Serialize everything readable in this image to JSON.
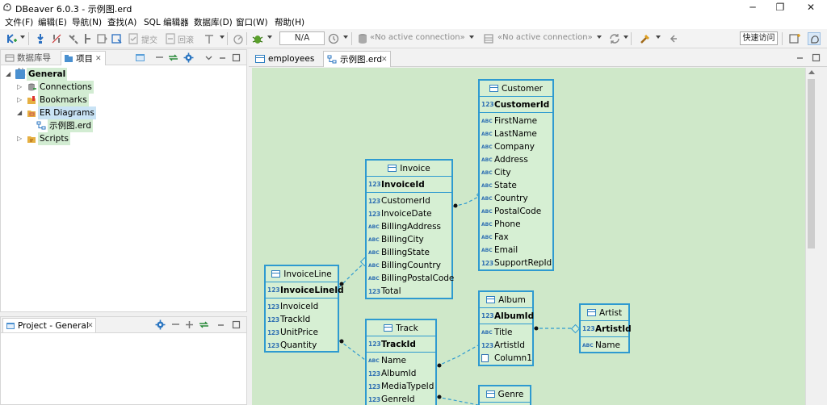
{
  "window": {
    "title": "DBeaver 6.0.3 - 示例图.erd",
    "minimize": "─",
    "restore": "❐",
    "close": "✕"
  },
  "menu": [
    "文件(F)",
    "编辑(E)",
    "导航(N)",
    "查找(A)",
    "SQL 编辑器",
    "数据库(D)",
    "窗口(W)",
    "帮助(H)"
  ],
  "toolbar": {
    "commit": "提交",
    "rollback": "回滚",
    "transaction_mode": "N/A",
    "active_connection_1": "«No active connection»",
    "active_connection_2": "«No active connection»",
    "quick_access": "快速访问"
  },
  "left_panel": {
    "tabs": [
      {
        "label": "数据库导航",
        "active": false
      },
      {
        "label": "项目",
        "active": true
      }
    ],
    "tree": [
      {
        "label": "General",
        "level": 0,
        "expanded": true,
        "bold": true,
        "icon": "project-icon"
      },
      {
        "label": "Connections",
        "level": 1,
        "expanded": false,
        "icon": "connections-icon"
      },
      {
        "label": "Bookmarks",
        "level": 1,
        "expanded": false,
        "icon": "bookmarks-icon"
      },
      {
        "label": "ER Diagrams",
        "level": 1,
        "expanded": true,
        "icon": "er-diagrams-icon"
      },
      {
        "label": "示例图.erd",
        "level": 2,
        "expanded": null,
        "icon": "erd-file-icon"
      },
      {
        "label": "Scripts",
        "level": 1,
        "expanded": false,
        "icon": "scripts-icon"
      }
    ]
  },
  "bottom_panel": {
    "tab": "Project - General"
  },
  "editor": {
    "tabs": [
      {
        "label": "employees",
        "active": false
      },
      {
        "label": "示例图.erd",
        "active": true
      }
    ]
  },
  "diagram": {
    "entities": [
      {
        "name": "Customer",
        "key": "CustomerId",
        "attributes": [
          [
            "abc",
            "FirstName"
          ],
          [
            "abc",
            "LastName"
          ],
          [
            "abc",
            "Company"
          ],
          [
            "abc",
            "Address"
          ],
          [
            "abc",
            "City"
          ],
          [
            "abc",
            "State"
          ],
          [
            "abc",
            "Country"
          ],
          [
            "abc",
            "PostalCode"
          ],
          [
            "abc",
            "Phone"
          ],
          [
            "abc",
            "Fax"
          ],
          [
            "abc",
            "Email"
          ],
          [
            "123",
            "SupportRepId"
          ]
        ]
      },
      {
        "name": "Invoice",
        "key": "InvoiceId",
        "attributes": [
          [
            "123",
            "CustomerId"
          ],
          [
            "123",
            "InvoiceDate"
          ],
          [
            "abc",
            "BillingAddress"
          ],
          [
            "abc",
            "BillingCity"
          ],
          [
            "abc",
            "BillingState"
          ],
          [
            "abc",
            "BillingCountry"
          ],
          [
            "abc",
            "BillingPostalCode"
          ],
          [
            "123",
            "Total"
          ]
        ]
      },
      {
        "name": "InvoiceLine",
        "key": "InvoiceLineId",
        "attributes": [
          [
            "123",
            "InvoiceId"
          ],
          [
            "123",
            "TrackId"
          ],
          [
            "123",
            "UnitPrice"
          ],
          [
            "123",
            "Quantity"
          ]
        ]
      },
      {
        "name": "Track",
        "key": "TrackId",
        "attributes": [
          [
            "abc",
            "Name"
          ],
          [
            "123",
            "AlbumId"
          ],
          [
            "123",
            "MediaTypeId"
          ],
          [
            "123",
            "GenreId"
          ]
        ]
      },
      {
        "name": "Album",
        "key": "AlbumId",
        "attributes": [
          [
            "abc",
            "Title"
          ],
          [
            "123",
            "ArtistId"
          ],
          [
            "blob",
            "Column1"
          ]
        ]
      },
      {
        "name": "Artist",
        "key": "ArtistId",
        "attributes": [
          [
            "abc",
            "Name"
          ]
        ]
      },
      {
        "name": "Genre",
        "key": "",
        "attributes": []
      }
    ]
  }
}
